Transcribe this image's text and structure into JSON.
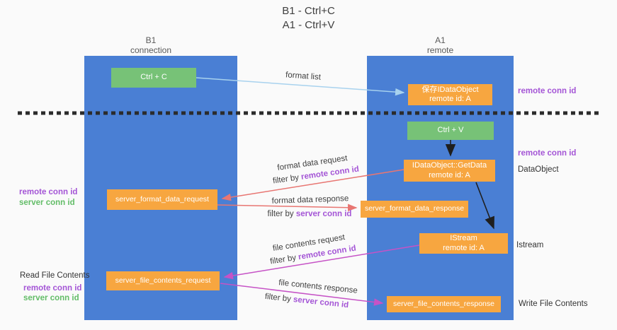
{
  "title": {
    "line1": "B1 - Ctrl+C",
    "line2": "A1 - Ctrl+V"
  },
  "colors": {
    "column_blue": "#4a7fd4",
    "box_orange": "#f7a640",
    "box_green": "#77c277",
    "arrow_lightblue": "#a8d2ee",
    "arrow_red": "#e87672",
    "arrow_magenta": "#c653c6",
    "arrow_black": "#1f1f1f",
    "text_purple": "#a455d6",
    "text_green": "#63bd68"
  },
  "columns": {
    "left": {
      "title": "B1",
      "subtitle": "connection"
    },
    "right": {
      "title": "A1",
      "subtitle": "remote"
    }
  },
  "boxes": {
    "ctrl_c": {
      "label": "Ctrl + C"
    },
    "ctrl_v": {
      "label": "Ctrl + V"
    },
    "saved_dataobject": {
      "line1": "保存IDataObject",
      "line2": "remote id: A"
    },
    "getdata": {
      "line1": "IDataObject::GetData",
      "line2": "remote id: A"
    },
    "istream": {
      "line1": "IStream",
      "line2": "remote id: A"
    },
    "format_request": {
      "label": "server_format_data_request"
    },
    "format_response": {
      "label": "server_format_data_response"
    },
    "file_request": {
      "label": "server_file_contents_request"
    },
    "file_response": {
      "label": "server_file_contents_response"
    }
  },
  "edge_labels": {
    "format_list": "format list",
    "format_data_request": "format data request",
    "format_data_request_filter_prefix": "filter by ",
    "format_data_request_filter_value": "remote conn id",
    "format_data_response": "format data response",
    "format_data_response_filter_prefix": "filter by ",
    "format_data_response_filter_value": "server conn id",
    "file_contents_request": "file contents request",
    "file_contents_request_filter_prefix": "filter by ",
    "file_contents_request_filter_value": "remote conn id",
    "file_contents_response": "file contents response",
    "file_contents_response_filter_prefix": "filter by ",
    "file_contents_response_filter_value": "server conn id"
  },
  "side_labels": {
    "right_remote_conn_id_top": "remote conn id",
    "right_remote_conn_id_mid": "remote conn id",
    "dataobject": "DataObject",
    "istream": "Istream",
    "write_file_contents": "Write File Contents",
    "left_mid_remote": "remote conn id",
    "left_mid_server": "server conn id",
    "read_file_contents": "Read File Contents",
    "left_bottom_remote": "remote conn id",
    "left_bottom_server": "server conn id"
  }
}
